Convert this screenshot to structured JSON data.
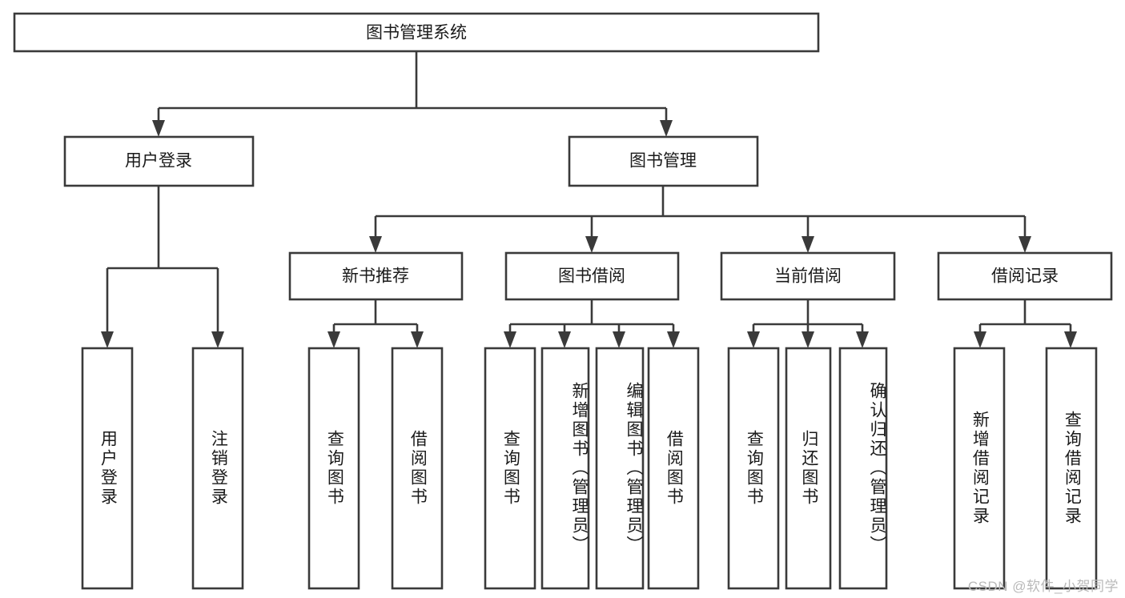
{
  "diagram": {
    "type": "tree-hierarchy",
    "title": "图书管理系统",
    "watermark": "CSDN @软件_小贺同学",
    "colors": {
      "stroke": "#3a3a3a",
      "fill": "#ffffff",
      "text": "#1a1a1a",
      "watermark": "#b9b9b9",
      "background": "#ffffff"
    },
    "root": {
      "label": "图书管理系统"
    },
    "level2": [
      {
        "id": "user-login",
        "label": "用户登录"
      },
      {
        "id": "book-management",
        "label": "图书管理"
      }
    ],
    "level3": [
      {
        "id": "new-book-recommend",
        "label": "新书推荐",
        "parent": "book-management"
      },
      {
        "id": "book-borrow",
        "label": "图书借阅",
        "parent": "book-management"
      },
      {
        "id": "current-borrow",
        "label": "当前借阅",
        "parent": "book-management"
      },
      {
        "id": "borrow-record",
        "label": "借阅记录",
        "parent": "book-management"
      }
    ],
    "leaves": [
      {
        "id": "leaf-user-login",
        "label": "用户登录",
        "parent": "user-login"
      },
      {
        "id": "leaf-logout-login",
        "label": "注销登录",
        "parent": "user-login"
      },
      {
        "id": "leaf-query-book-1",
        "label": "查询图书",
        "parent": "new-book-recommend"
      },
      {
        "id": "leaf-borrow-book-1",
        "label": "借阅图书",
        "parent": "new-book-recommend"
      },
      {
        "id": "leaf-query-book-2",
        "label": "查询图书",
        "parent": "book-borrow"
      },
      {
        "id": "leaf-add-book",
        "label": "新增图书（管理员）",
        "parent": "book-borrow"
      },
      {
        "id": "leaf-edit-book",
        "label": "编辑图书（管理员）",
        "parent": "book-borrow"
      },
      {
        "id": "leaf-borrow-book-2",
        "label": "借阅图书",
        "parent": "book-borrow"
      },
      {
        "id": "leaf-query-book-3",
        "label": "查询图书",
        "parent": "current-borrow"
      },
      {
        "id": "leaf-return-book",
        "label": "归还图书",
        "parent": "current-borrow"
      },
      {
        "id": "leaf-confirm-return",
        "label": "确认归还（管理员）",
        "parent": "current-borrow"
      },
      {
        "id": "leaf-add-record",
        "label": "新增借阅记录",
        "parent": "borrow-record"
      },
      {
        "id": "leaf-query-record",
        "label": "查询借阅记录",
        "parent": "borrow-record"
      }
    ]
  }
}
